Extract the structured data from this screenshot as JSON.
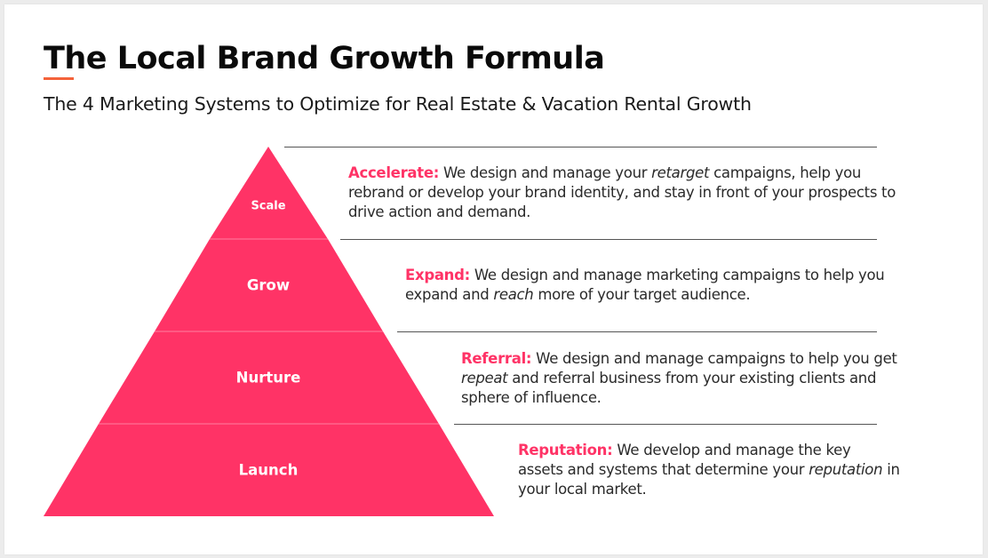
{
  "slide": {
    "title": "The Local Brand Growth Formula",
    "subtitle": "The 4 Marketing Systems to Optimize for Real Estate & Vacation Rental Growth"
  },
  "colors": {
    "pyramid_fill": "#ff3366",
    "band_separator": "#ff7fa0",
    "keyword": "#ff3366",
    "title_underline": "#f4623a",
    "divider_line": "#555555"
  },
  "pyramid": {
    "tiers": [
      {
        "label": "Scale"
      },
      {
        "label": "Grow"
      },
      {
        "label": "Nurture"
      },
      {
        "label": "Launch"
      }
    ]
  },
  "descriptions": [
    {
      "keyword": "Accelerate:",
      "parts": [
        " We design and manage your ",
        "retarget",
        " campaigns, help you rebrand or develop your brand identity, and stay in front of your prospects to drive action and demand."
      ]
    },
    {
      "keyword": "Expand:",
      "parts": [
        " We design and manage marketing campaigns to help you expand and ",
        "reach",
        " more of your target audience."
      ]
    },
    {
      "keyword": "Referral:",
      "parts": [
        " We design and manage campaigns to help you get ",
        "repeat",
        " and referral business from your existing clients and sphere of influence."
      ]
    },
    {
      "keyword": "Reputation:",
      "parts": [
        " We develop and manage the key assets and systems that determine your ",
        "reputation",
        " in your local market."
      ]
    }
  ]
}
